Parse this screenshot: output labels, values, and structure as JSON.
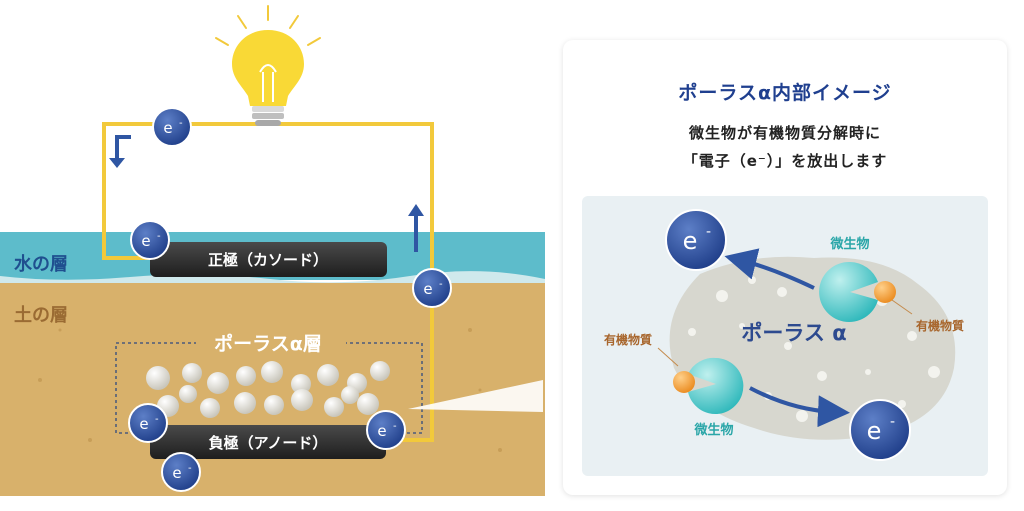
{
  "layers": {
    "water": "水の層",
    "soil": "土の層",
    "porous": "ポーラスα層"
  },
  "electrodes": {
    "cathode": "正極（カソード）",
    "anode": "負極（アノード）"
  },
  "electron_symbol": "e",
  "electron_superscript": "-",
  "panel": {
    "title": "ポーラスα内部イメージ",
    "desc_line1": "微生物が有機物質分解時に",
    "desc_line2": "「電子（e⁻）」を放出します"
  },
  "inset": {
    "porous_label": "ポーラス α",
    "microbe_label_top": "微生物",
    "microbe_label_bottom": "微生物",
    "organic_label_right": "有機物質",
    "organic_label_left": "有機物質"
  },
  "colors": {
    "water": "#5dbccb",
    "soil": "#d8b16b",
    "wire": "#f2c93b",
    "electron": "#2e4f9e",
    "arrow": "#2f56a3",
    "bulb": "#f9d936",
    "microbe": "#3fc3c5",
    "organic": "#f0962c",
    "electrode": "#2b2b2b"
  },
  "icons": [
    "light-bulb-icon",
    "electron-icon",
    "arrow-icon",
    "microbe-icon",
    "organic-matter-icon"
  ]
}
